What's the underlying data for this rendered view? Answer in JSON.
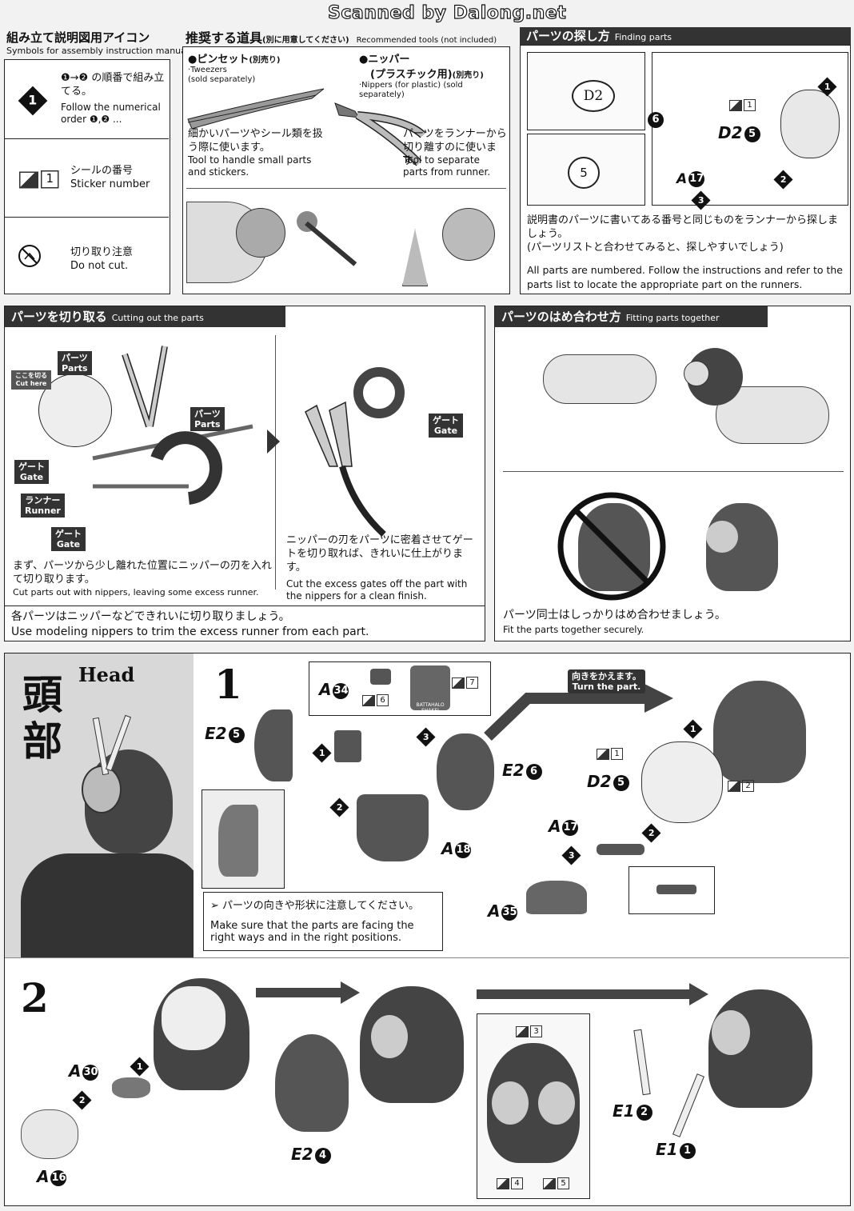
{
  "watermark": "Scanned by Dalong.net",
  "symbols": {
    "title_jp": "組み立て説明図用アイコン",
    "title_en": "Symbols for assembly instruction manuals",
    "order_jp": "❶→❷ の順番で組み立てる。",
    "order_en": "Follow the numerical order ❶,❷ ...",
    "sticker_num": "1",
    "sticker_jp": "シールの番号",
    "sticker_en": "Sticker number",
    "nocut_jp": "切り取り注意",
    "nocut_en": "Do not cut."
  },
  "tools": {
    "title_jp": "推奨する道具",
    "title_note_jp": "(別に用意してください)",
    "title_en": "Recommended tools (not included)",
    "tweezers_jp": "●ピンセット",
    "tweezers_note_jp": "(別売り)",
    "tweezers_en": "·Tweezers",
    "tweezers_sold": "(sold separately)",
    "tweezers_desc_jp": "細かいパーツやシール類を扱う際に使います。",
    "tweezers_desc_en": "Tool to handle small parts and stickers.",
    "nipper_jp": "●ニッパー",
    "nipper_sub_jp": "(プラスチック用)",
    "nipper_note_jp": "(別売り)",
    "nipper_en": "·Nippers (for plastic) (sold separately)",
    "nipper_desc_jp": "パーツをランナーから切り離すのに使います。",
    "nipper_desc_en": "Tool to separate parts from runner."
  },
  "finding": {
    "title_jp": "パーツの探し方",
    "title_en": "Finding parts",
    "runner_label_1": "D2",
    "runner_label_2": "5",
    "code_1": "D2",
    "code_1_num": "6",
    "code_2": "D2",
    "code_2_num": "5",
    "code_3": "A",
    "code_3_num": "17",
    "sticker_num": "1",
    "step_1": "1",
    "step_2": "2",
    "step_3": "3",
    "desc_jp": "説明書のパーツに書いてある番号と同じものをランナーから探しましょう。",
    "desc_jp2": "(パーツリストと合わせてみると、探しやすいでしょう)",
    "desc_en": "All parts are numbered. Follow the instructions and refer to the parts list to locate the appropriate part on the runners."
  },
  "cutting": {
    "title_jp": "パーツを切り取る",
    "title_en": "Cutting out the parts",
    "cut_here_jp": "ここを切る",
    "cut_here_en": "Cut here",
    "parts_jp": "パーツ",
    "parts_en": "Parts",
    "gate_jp": "ゲート",
    "gate_en": "Gate",
    "runner_jp": "ランナー",
    "runner_en": "Runner",
    "left_jp": "まず、パーツから少し離れた位置にニッパーの刃を入れて切り取ります。",
    "left_en": "Cut parts out with nippers, leaving some excess runner.",
    "right_jp": "ニッパーの刃をパーツに密着させてゲートを切り取れば、きれいに仕上がります。",
    "right_en": "Cut the excess gates off the part with the nippers for a clean finish.",
    "footer_jp": "各パーツはニッパーなどできれいに切り取りましょう。",
    "footer_en": "Use modeling nippers to trim the excess runner from each part."
  },
  "fitting": {
    "title_jp": "パーツのはめ合わせ方",
    "title_en": "Fitting parts together",
    "desc_jp": "パーツ同士はしっかりはめ合わせましょう。",
    "desc_en": "Fit the parts together securely."
  },
  "head": {
    "title_jp_1": "頭",
    "title_jp_2": "部",
    "title_en": "Head",
    "step1": "1",
    "step2": "2",
    "turn_jp": "向きをかえます。",
    "turn_en": "Turn the part.",
    "note_jp": "パーツの向きや形状に注意してください。",
    "note_en": "Make sure that the parts are facing the right ways and in the right positions.",
    "emblem_text": "BATTAHALO SHAKEI",
    "parts": {
      "a34": "34",
      "e25": "5",
      "e26": "6",
      "a18": "18",
      "d25": "5",
      "a17": "17",
      "a35": "35",
      "a30": "30",
      "a16": "16",
      "e24": "4",
      "e12": "2",
      "e11": "1"
    },
    "stickers": {
      "s6": "6",
      "s7": "7",
      "s1": "1",
      "s2": "2",
      "s3": "3",
      "s4": "4",
      "s5": "5"
    },
    "letters": {
      "A": "A",
      "E2": "E2",
      "D2": "D2",
      "E1": "E1"
    }
  }
}
